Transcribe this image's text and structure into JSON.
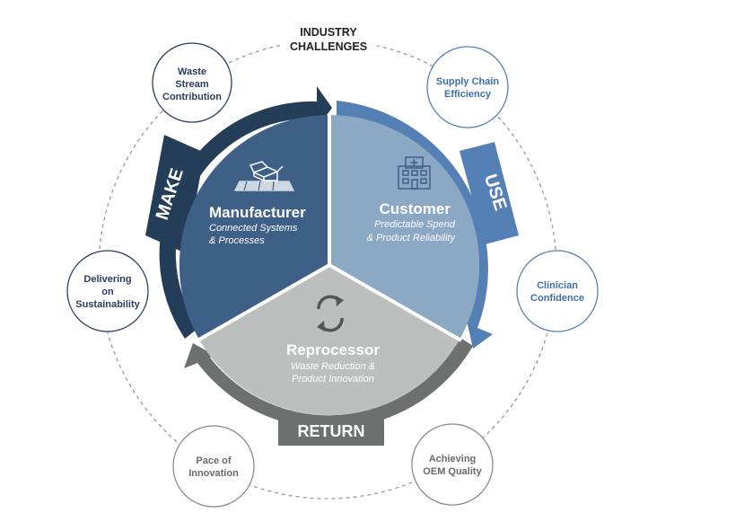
{
  "header": {
    "line1": "INDUSTRY",
    "line2": "CHALLENGES"
  },
  "segments": {
    "manufacturer": {
      "title": "Manufacturer",
      "sub1": "Connected Systems",
      "sub2": "& Processes",
      "color": "#3e5f86"
    },
    "customer": {
      "title": "Customer",
      "sub1": "Predictable Spend",
      "sub2": "& Product Reliability",
      "color": "#8ba8c5"
    },
    "reprocessor": {
      "title": "Reprocessor",
      "sub1": "Waste Reduction &",
      "sub2": "Product Innovation",
      "color": "#bdbfbf"
    }
  },
  "arrows": {
    "make": {
      "label": "MAKE",
      "color": "#243d58"
    },
    "use": {
      "label": "USE",
      "color": "#5580b5"
    },
    "return": {
      "label": "RETURN",
      "color": "#6d706f"
    }
  },
  "challenges": {
    "waste": {
      "line1": "Waste",
      "line2": "Stream",
      "line3": "Contribution"
    },
    "supply": {
      "line1": "Supply Chain",
      "line2": "Efficiency"
    },
    "clinician": {
      "line1": "Clinician",
      "line2": "Confidence"
    },
    "oem": {
      "line1": "Achieving",
      "line2": "OEM Quality"
    },
    "pace": {
      "line1": "Pace of",
      "line2": "Innovation"
    },
    "sustain": {
      "line1": "Delivering",
      "line2": "on",
      "line3": "Sustainability"
    }
  },
  "colors": {
    "dark_navy": "#2c3e5c",
    "blue_text": "#3f6fa8",
    "gray_text": "#6a6a6a"
  }
}
